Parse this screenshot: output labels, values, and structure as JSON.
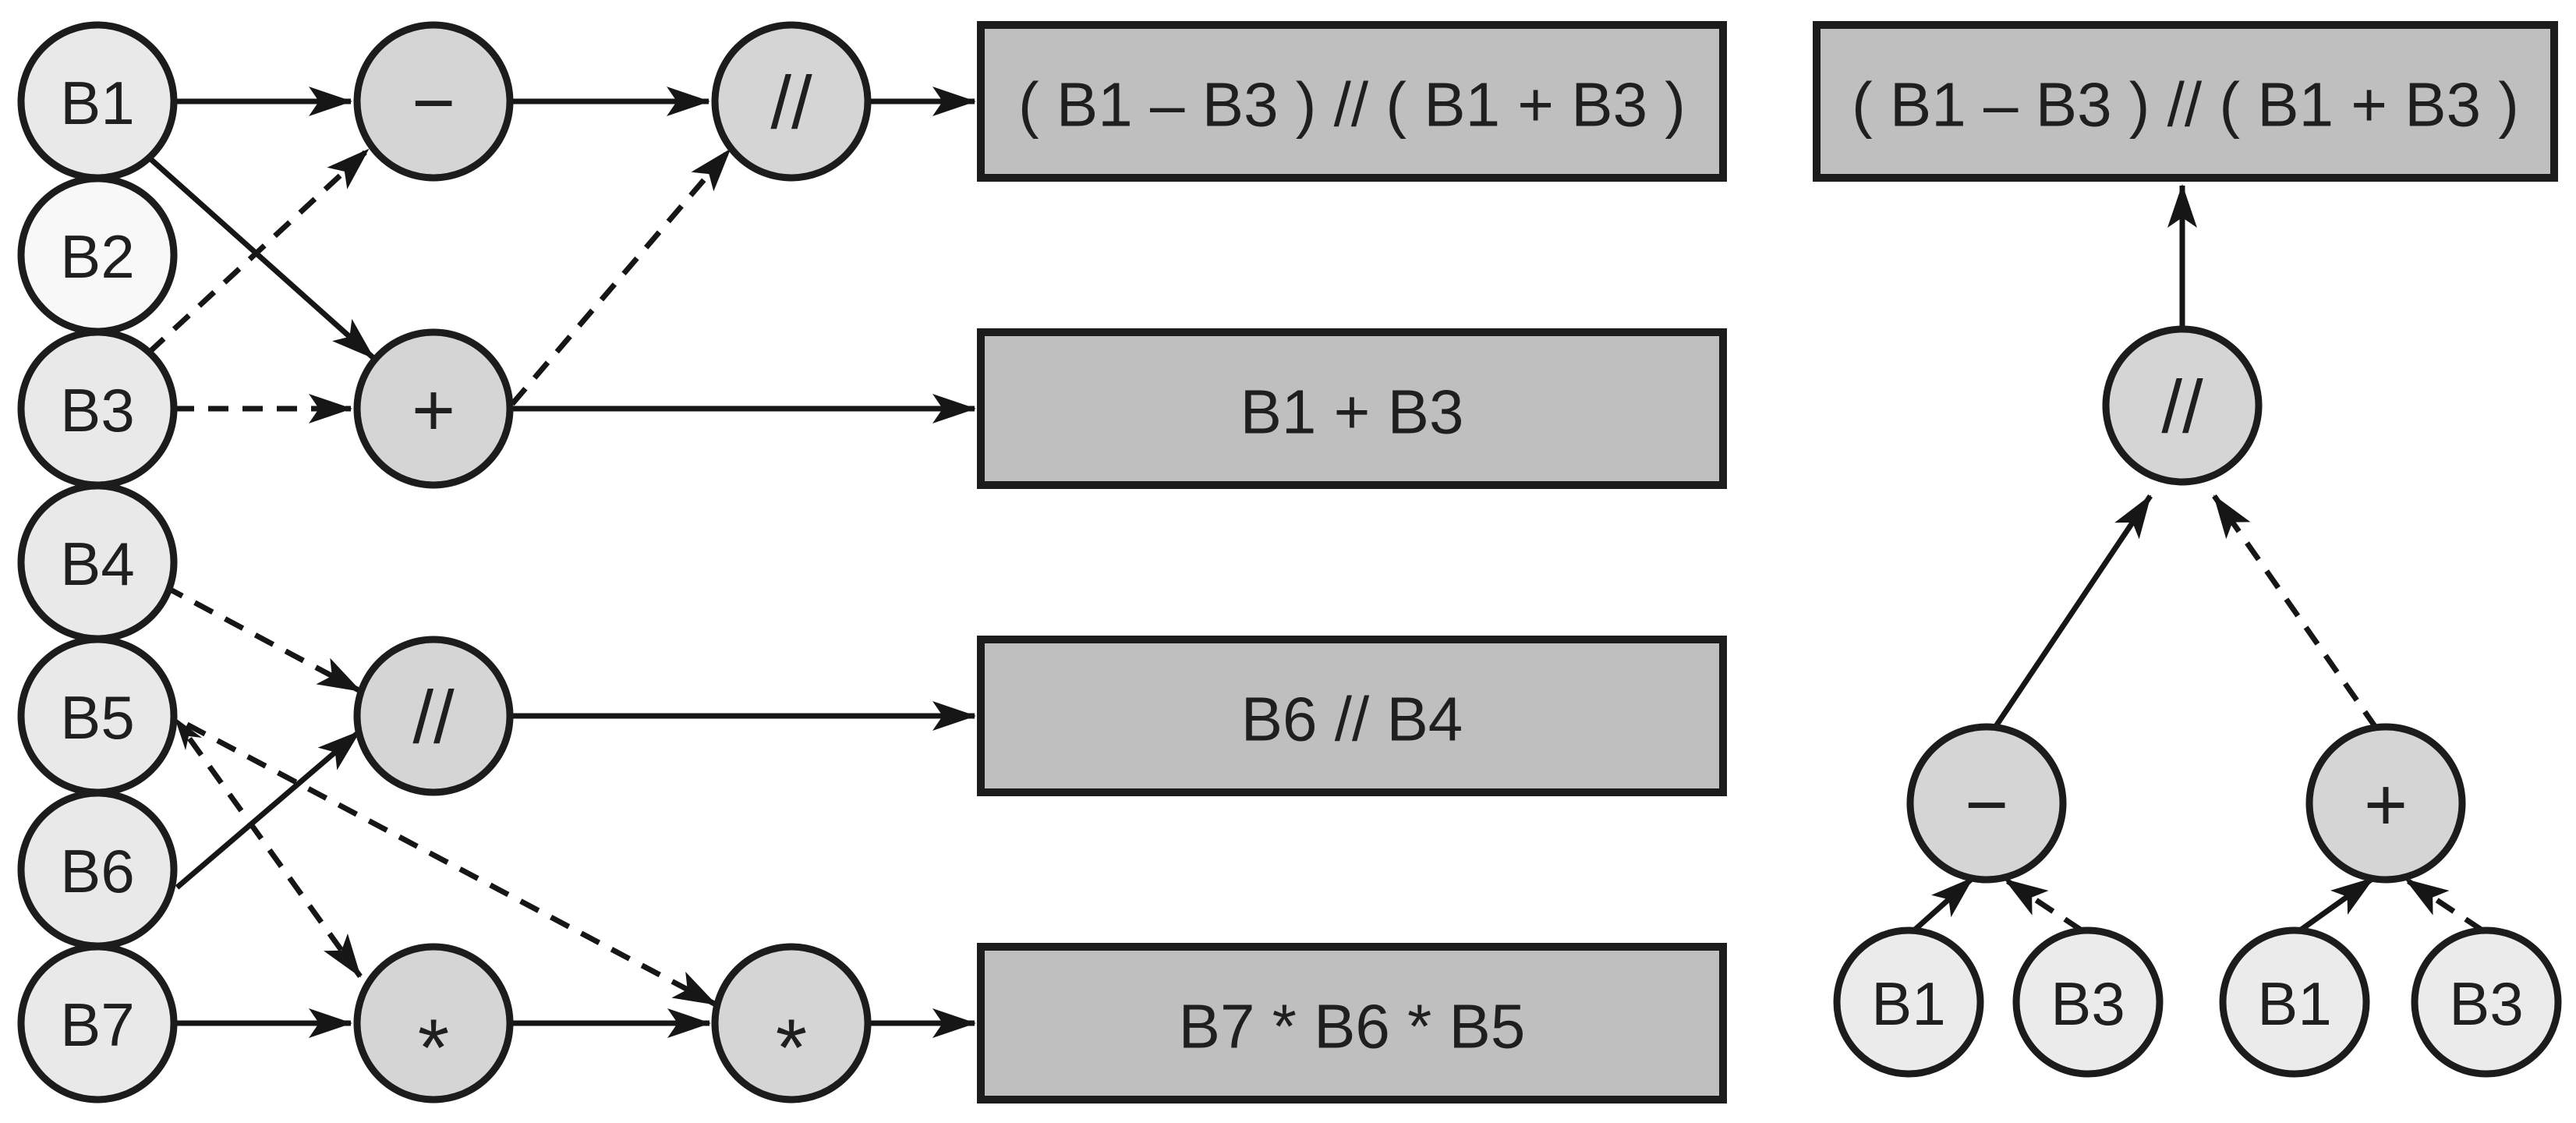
{
  "colors": {
    "node_fill": "#e9e9e9",
    "node_fill_light": "#f8f8f8",
    "op_fill": "#d5d5d5",
    "leaf_fill": "#ebebeb",
    "box_fill": "#bfbfbf",
    "stroke": "#1c1c1c",
    "text": "#1f1f1f",
    "background": "#ffffff"
  },
  "left_diagram": {
    "inputs": [
      {
        "label": "B1"
      },
      {
        "label": "B2"
      },
      {
        "label": "B3"
      },
      {
        "label": "B4"
      },
      {
        "label": "B5"
      },
      {
        "label": "B6"
      },
      {
        "label": "B7"
      }
    ],
    "operators": [
      {
        "label": "−"
      },
      {
        "label": "+"
      },
      {
        "label": "//"
      },
      {
        "label": "//"
      },
      {
        "label": "*"
      },
      {
        "label": "*"
      }
    ],
    "results": [
      {
        "text": "( B1 – B3 ) // ( B1 + B3 )"
      },
      {
        "text": "B1 + B3"
      },
      {
        "text": "B6 // B4"
      },
      {
        "text": "B7 * B6 * B5"
      }
    ]
  },
  "right_diagram": {
    "result_box": {
      "text": "( B1 – B3 ) // ( B1 + B3 )"
    },
    "root_operator": {
      "label": "//"
    },
    "left_operator": {
      "label": "−"
    },
    "right_operator": {
      "label": "+"
    },
    "leaves": [
      {
        "label": "B1"
      },
      {
        "label": "B3"
      },
      {
        "label": "B1"
      },
      {
        "label": "B3"
      }
    ]
  }
}
